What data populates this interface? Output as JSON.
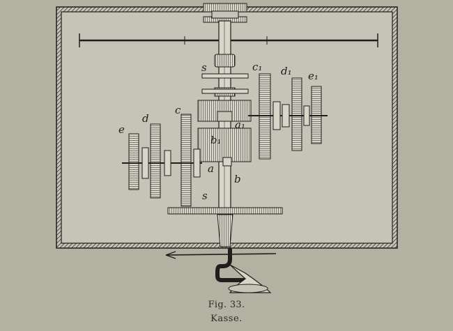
{
  "figure": {
    "number": "Fig. 33.",
    "title": "Kasse."
  },
  "labels": {
    "shaft_upper": "s",
    "shaft_lower": "s",
    "gear_c1": "c₁",
    "gear_d1": "d₁",
    "gear_e1": "e₁",
    "gear_a1": "a₁",
    "gear_b1": "b₁",
    "gear_a": "a",
    "gear_b": "b",
    "gear_c": "c",
    "gear_d": "d",
    "gear_e": "e"
  },
  "colors": {
    "paper": "#b3b1a2",
    "ink": "#1e1e1c",
    "panel": "#c6c4b6"
  }
}
